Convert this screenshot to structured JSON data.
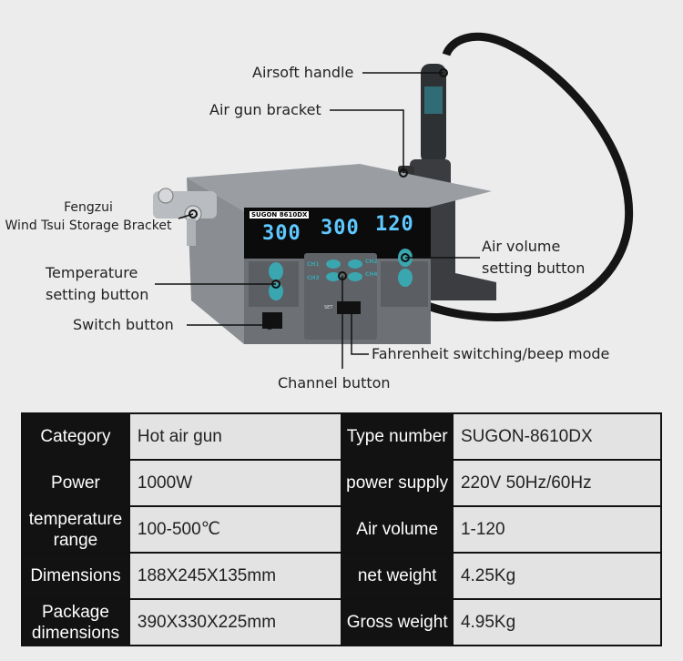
{
  "callouts": {
    "airsoft_handle": "Airsoft handle",
    "air_gun_bracket": "Air gun bracket",
    "fengzui_line1": "Fengzui",
    "fengzui_line2": "Wind Tsui Storage Bracket",
    "air_volume_line1": "Air volume",
    "air_volume_line2": "setting button",
    "temperature_line1": "Temperature",
    "temperature_line2": "setting button",
    "switch_button": "Switch button",
    "fahrenheit": "Fahrenheit switching/beep mode",
    "channel_button": "Channel button"
  },
  "device": {
    "brand": "SUGON",
    "model_badge": "8610DX",
    "display_set_temp": "300",
    "display_real_temp": "300",
    "display_air": "120",
    "ch1": "CH1",
    "ch2": "CH2",
    "ch3": "CH3",
    "ch4": "CH4",
    "set": "SET"
  },
  "specs": {
    "rows": [
      {
        "k1": "Category",
        "v1": "Hot air gun",
        "k2": "Type number",
        "v2": "SUGON-8610DX"
      },
      {
        "k1": "Power",
        "v1": "1000W",
        "k2": "power supply",
        "v2": "220V  50Hz/60Hz"
      },
      {
        "k1": "temperature range",
        "v1": "100-500℃",
        "k2": "Air volume",
        "v2": "1-120"
      },
      {
        "k1": "Dimensions",
        "v1": "188X245X135mm",
        "k2": "net weight",
        "v2": "4.25Kg"
      },
      {
        "k1": "Package dimensions",
        "v1": "390X330X225mm",
        "k2": "Gross weight",
        "v2": "4.95Kg"
      }
    ]
  }
}
